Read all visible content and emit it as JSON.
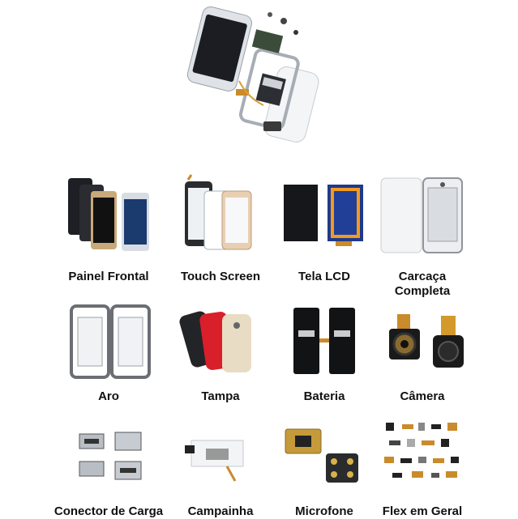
{
  "items": [
    {
      "label": "Painel Frontal",
      "icon": "front-panel-icon"
    },
    {
      "label": "Touch Screen",
      "icon": "touch-screen-icon"
    },
    {
      "label": "Tela LCD",
      "icon": "lcd-screen-icon"
    },
    {
      "label": "Carcaça\nCompleta",
      "icon": "housing-icon"
    },
    {
      "label": "Aro",
      "icon": "frame-icon"
    },
    {
      "label": "Tampa",
      "icon": "back-cover-icon"
    },
    {
      "label": "Bateria",
      "icon": "battery-icon"
    },
    {
      "label": "Câmera",
      "icon": "camera-module-icon"
    },
    {
      "label": "Conector de Carga",
      "icon": "charging-connector-icon"
    },
    {
      "label": "Campainha",
      "icon": "speaker-icon"
    },
    {
      "label": "Microfone",
      "icon": "microphone-icon"
    },
    {
      "label": "Flex em Geral",
      "icon": "flex-cables-icon"
    }
  ]
}
